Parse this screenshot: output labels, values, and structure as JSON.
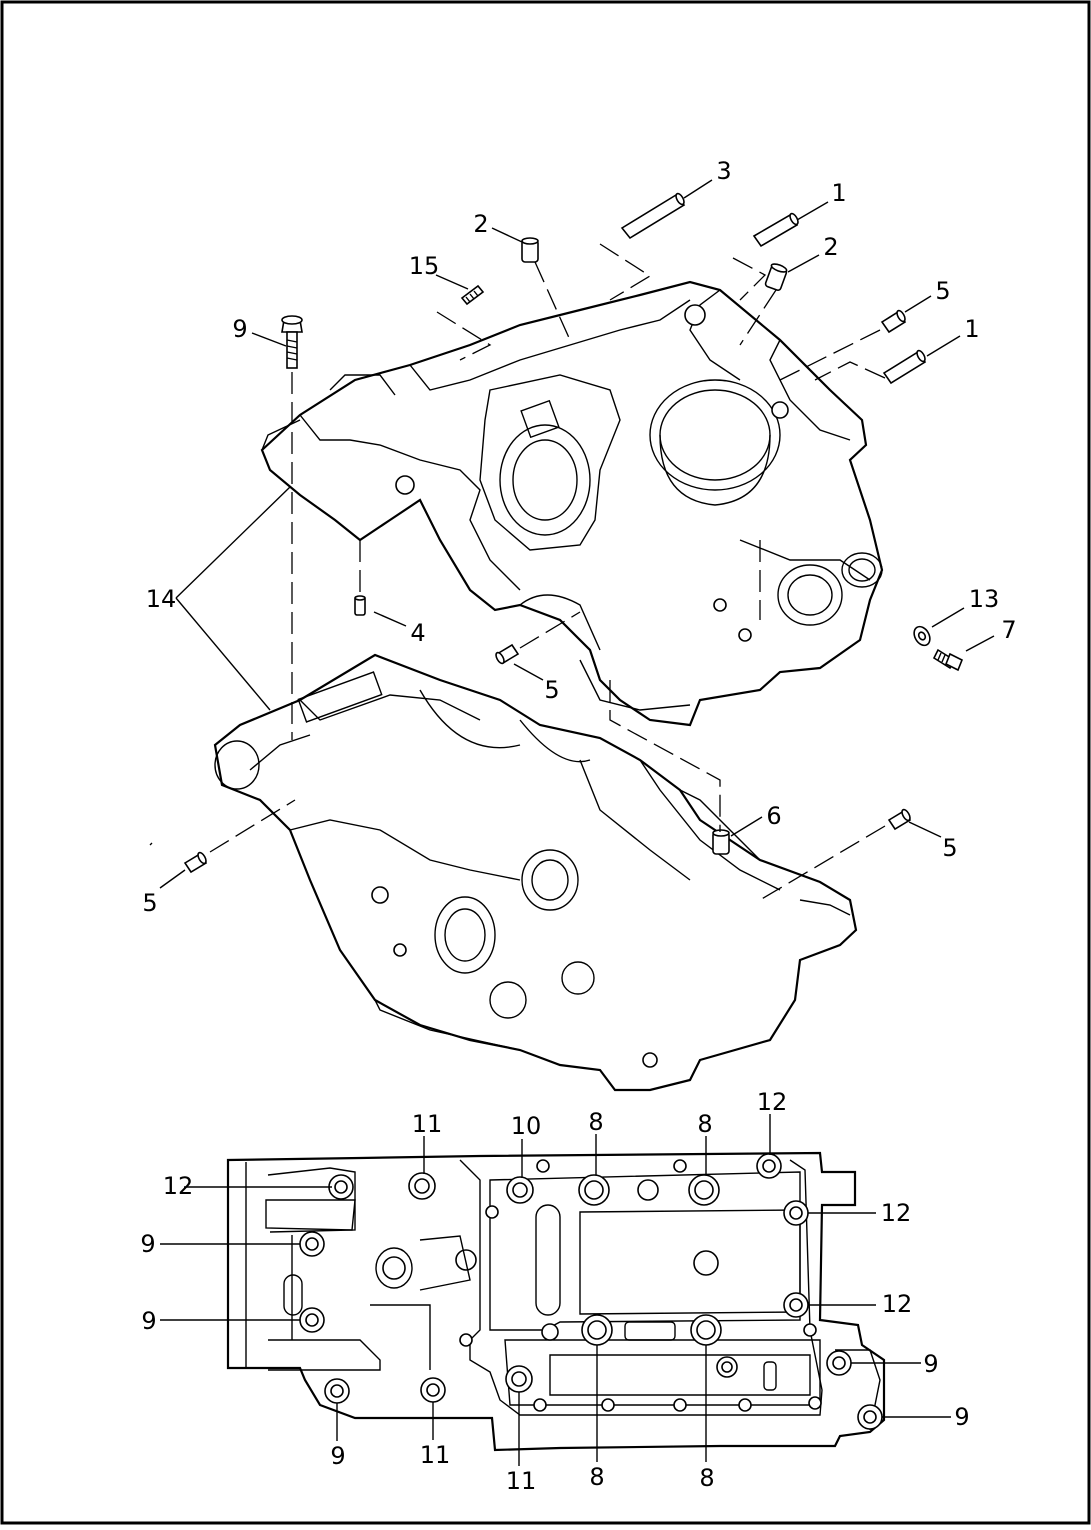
{
  "callouts": [
    {
      "id": "c3a",
      "text": "3"
    },
    {
      "id": "c1a",
      "text": "1"
    },
    {
      "id": "c2a",
      "text": "2"
    },
    {
      "id": "c2b",
      "text": "2"
    },
    {
      "id": "c15",
      "text": "15"
    },
    {
      "id": "c5a",
      "text": "5"
    },
    {
      "id": "c1b",
      "text": "1"
    },
    {
      "id": "c9a",
      "text": "9"
    },
    {
      "id": "c14",
      "text": "14"
    },
    {
      "id": "c4",
      "text": "4"
    },
    {
      "id": "c5b",
      "text": "5"
    },
    {
      "id": "c13",
      "text": "13"
    },
    {
      "id": "c7",
      "text": "7"
    },
    {
      "id": "c6",
      "text": "6"
    },
    {
      "id": "c5c",
      "text": "5"
    },
    {
      "id": "c5d",
      "text": "5"
    },
    {
      "id": "c11a",
      "text": "11"
    },
    {
      "id": "c10",
      "text": "10"
    },
    {
      "id": "c8a",
      "text": "8"
    },
    {
      "id": "c8b",
      "text": "8"
    },
    {
      "id": "c12a",
      "text": "12"
    },
    {
      "id": "c12b",
      "text": "12"
    },
    {
      "id": "c12c",
      "text": "12"
    },
    {
      "id": "c12d",
      "text": "12"
    },
    {
      "id": "c9b",
      "text": "9"
    },
    {
      "id": "c9c",
      "text": "9"
    },
    {
      "id": "c9d",
      "text": "9"
    },
    {
      "id": "c9e",
      "text": "9"
    },
    {
      "id": "c9f",
      "text": "9"
    },
    {
      "id": "c11b",
      "text": "11"
    },
    {
      "id": "c11c",
      "text": "11"
    },
    {
      "id": "c8c",
      "text": "8"
    },
    {
      "id": "c8d",
      "text": "8"
    }
  ]
}
